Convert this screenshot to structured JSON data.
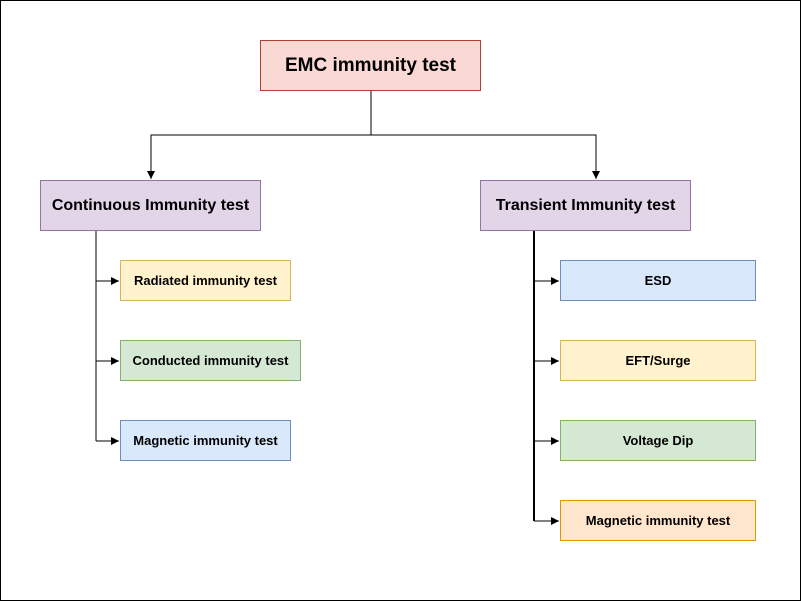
{
  "colors": {
    "red_fill": "#fad9d5",
    "red_stroke": "#ae4132",
    "purple_fill": "#e1d5e7",
    "purple_stroke": "#9673a6",
    "yellow_fill": "#fff2cc",
    "yellow_stroke": "#d6b656",
    "green_fill": "#d5e8d4",
    "green_stroke": "#82b366",
    "blue_fill": "#dae8fc",
    "blue_stroke": "#6c8ebf",
    "orange_fill": "#ffe6cc",
    "orange_stroke": "#d79b00",
    "line": "#000000"
  },
  "root": {
    "label": "EMC immunity test"
  },
  "continuous": {
    "label": "Continuous Immunity test",
    "children": [
      {
        "label": "Radiated immunity test"
      },
      {
        "label": "Conducted immunity test"
      },
      {
        "label": "Magnetic immunity test"
      }
    ]
  },
  "transient": {
    "label": "Transient Immunity test",
    "children": [
      {
        "label": "ESD"
      },
      {
        "label": "EFT/Surge"
      },
      {
        "label": "Voltage Dip"
      },
      {
        "label": "Magnetic immunity test"
      }
    ]
  }
}
